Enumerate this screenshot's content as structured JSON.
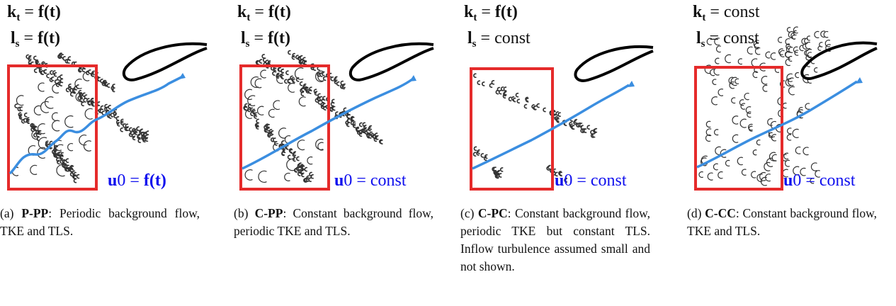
{
  "panels": [
    {
      "k": {
        "sym": "k",
        "sub": "t",
        "eq": " = ",
        "rhs": "f(t)",
        "rhs_bold": true
      },
      "l": {
        "sym": "l",
        "sub": "s",
        "eq": " = ",
        "rhs": "f(t)",
        "rhs_bold": true
      },
      "u": {
        "sym": "u",
        "sub": "0",
        "eq": " = ",
        "rhs": "f(t)",
        "rhs_bold": true
      },
      "caption": {
        "label": "(a) ",
        "name": "P-PP",
        "text": ": Periodic background flow, TKE and TLS."
      }
    },
    {
      "k": {
        "sym": "k",
        "sub": "t",
        "eq": " = ",
        "rhs": "f(t)",
        "rhs_bold": true
      },
      "l": {
        "sym": "l",
        "sub": "s",
        "eq": " = ",
        "rhs": "f(t)",
        "rhs_bold": true
      },
      "u": {
        "sym": "u",
        "sub": "0",
        "eq": " = ",
        "rhs": "const",
        "rhs_bold": false
      },
      "caption": {
        "label": "(b) ",
        "name": "C-PP",
        "text": ": Constant background flow, periodic TKE and TLS."
      }
    },
    {
      "k": {
        "sym": "k",
        "sub": "t",
        "eq": " = ",
        "rhs": "f(t)",
        "rhs_bold": true
      },
      "l": {
        "sym": "l",
        "sub": "s",
        "eq": " = ",
        "rhs": "const",
        "rhs_bold": false
      },
      "u": {
        "sym": "u",
        "sub": "0",
        "eq": " = ",
        "rhs": "const",
        "rhs_bold": false
      },
      "caption": {
        "label": "(c) ",
        "name": "C-PC",
        "text": ": Constant background flow, periodic TKE but constant TLS. Inflow turbulence assumed small and not shown."
      }
    },
    {
      "k": {
        "sym": "k",
        "sub": "t",
        "eq": " = ",
        "rhs": "const",
        "rhs_bold": false
      },
      "l": {
        "sym": "l",
        "sub": "s",
        "eq": " = ",
        "rhs": "const",
        "rhs_bold": false
      },
      "u": {
        "sym": "u",
        "sub": "0",
        "eq": " = ",
        "rhs": "const",
        "rhs_bold": false
      },
      "caption": {
        "label": "(d) ",
        "name": "C-CC",
        "text": ": Constant background flow, TKE and TLS."
      }
    }
  ],
  "colors": {
    "box": "#e52b2b",
    "streamline": "#3b8ee0",
    "u0_text": "#1010ee",
    "eddies": "#333333",
    "airfoil": "#000000"
  }
}
